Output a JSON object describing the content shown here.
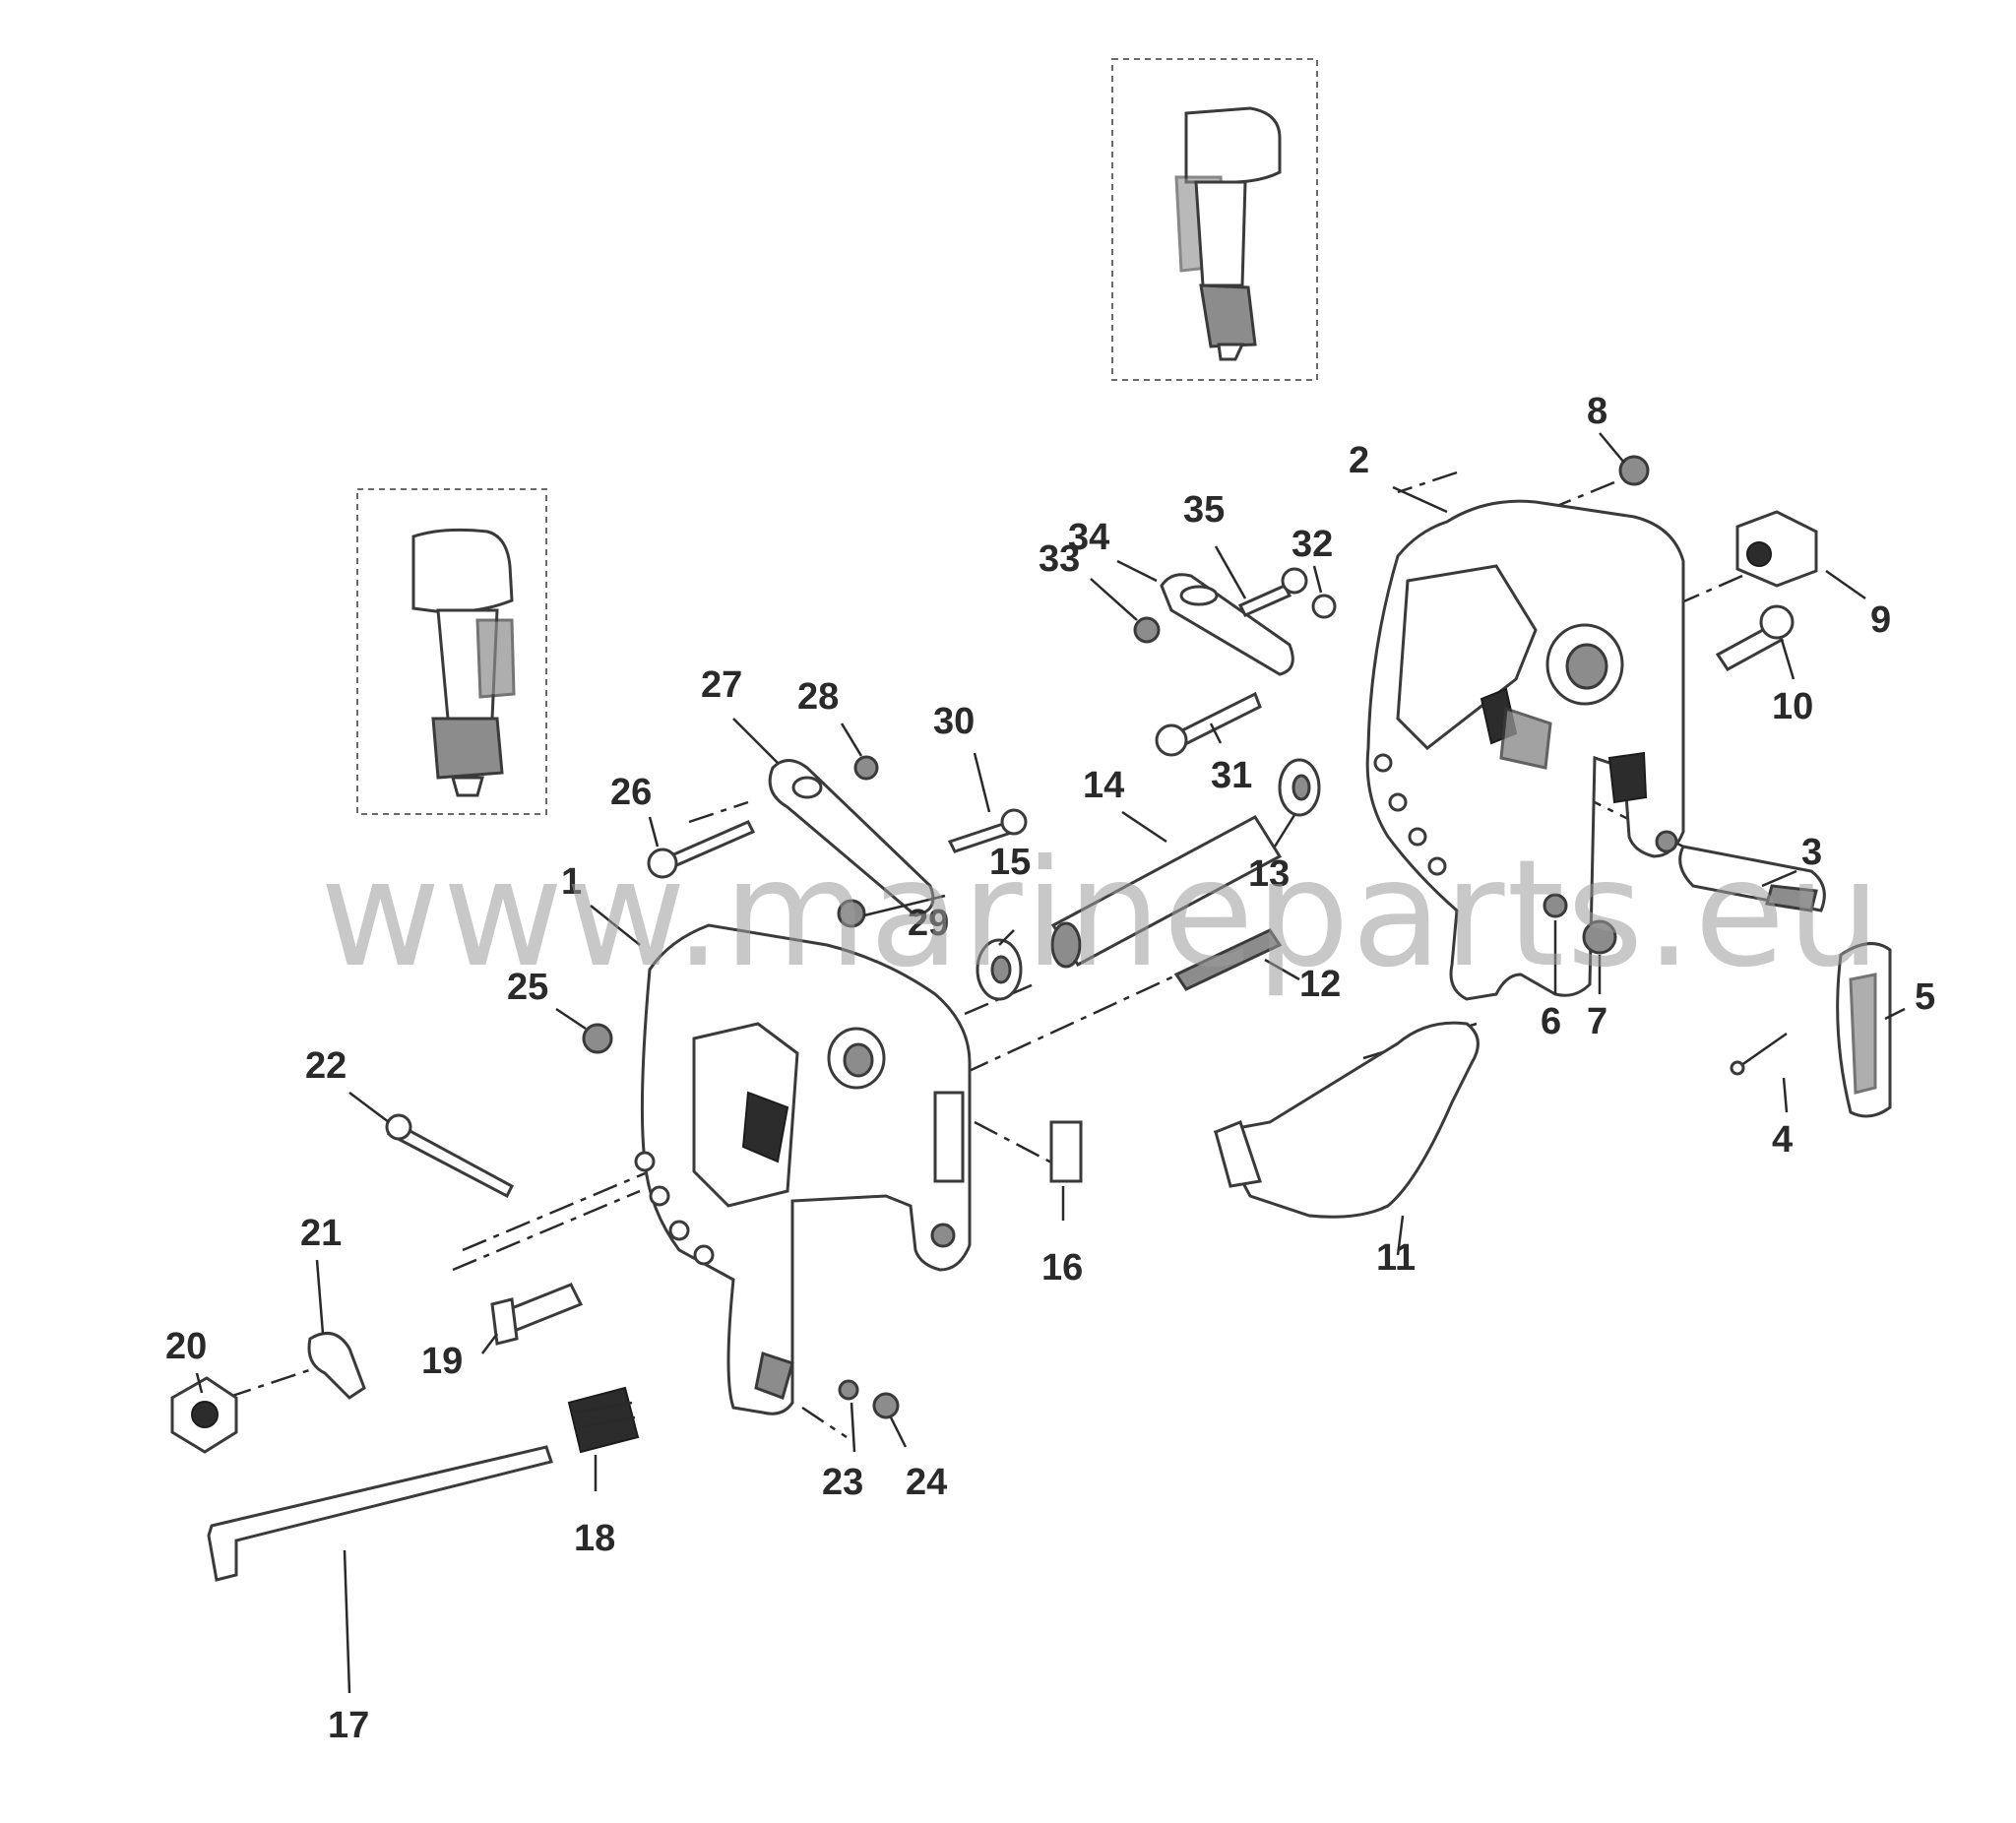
{
  "diagram": {
    "watermark": "www.marineparts.eu",
    "callouts": [
      "1",
      "2",
      "3",
      "4",
      "5",
      "6",
      "7",
      "8",
      "9",
      "10",
      "11",
      "12",
      "13",
      "14",
      "15",
      "16",
      "17",
      "18",
      "19",
      "20",
      "21",
      "22",
      "23",
      "24",
      "25",
      "26",
      "27",
      "28",
      "29",
      "30",
      "31",
      "32",
      "33",
      "34",
      "35"
    ]
  },
  "icons": {
    "inset_top": "outboard-motor-locator-icon",
    "inset_left": "outboard-motor-locator-icon"
  }
}
